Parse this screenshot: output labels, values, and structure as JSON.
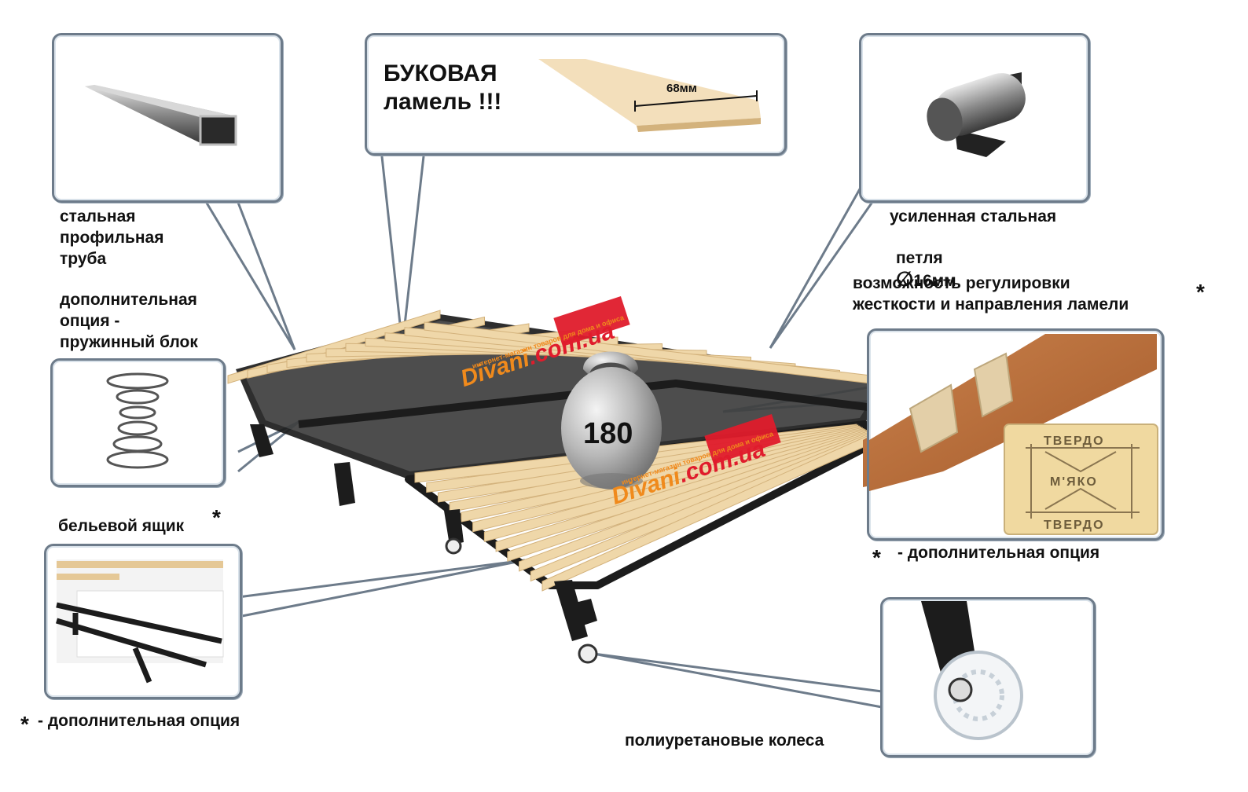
{
  "labels": {
    "profile_tube": "стальная\nпрофильная\nтруба",
    "spring_option": "дополнительная\nопция -\nпружинный блок",
    "beech_title": "БУКОВАЯ\nламель !!!",
    "slat_width": "68мм",
    "steel_hinge_line1": "усиленная стальная",
    "steel_hinge_line2": "петля",
    "steel_hinge_size": "16мм",
    "adjust_line1": "возможность регулировки",
    "adjust_line2": "жесткости и направления ламели",
    "laundry_box": "бельевой ящик",
    "extra_option_right": "- дополнительная опция",
    "extra_option_left": "- дополнительная опция",
    "wheels": "полиуретановые колеса",
    "weight": "180",
    "asterisk": "*"
  },
  "stiffness_plate": {
    "top": "ТВЕРДО",
    "middle": "М'ЯКО",
    "bottom": "ТВЕРДО"
  },
  "watermark": {
    "brand": "Divani",
    "domain": ".com.ua",
    "tagline": "интернет-магазин товаров для дома и офиса"
  },
  "colors": {
    "frame": "#1c1c1c",
    "slat": "#efd7a9",
    "slat_edge": "#d3b27c",
    "callout_border": "#6d7b8a",
    "watermark_orange": "#f08a1c",
    "watermark_red": "#e01c2c"
  }
}
